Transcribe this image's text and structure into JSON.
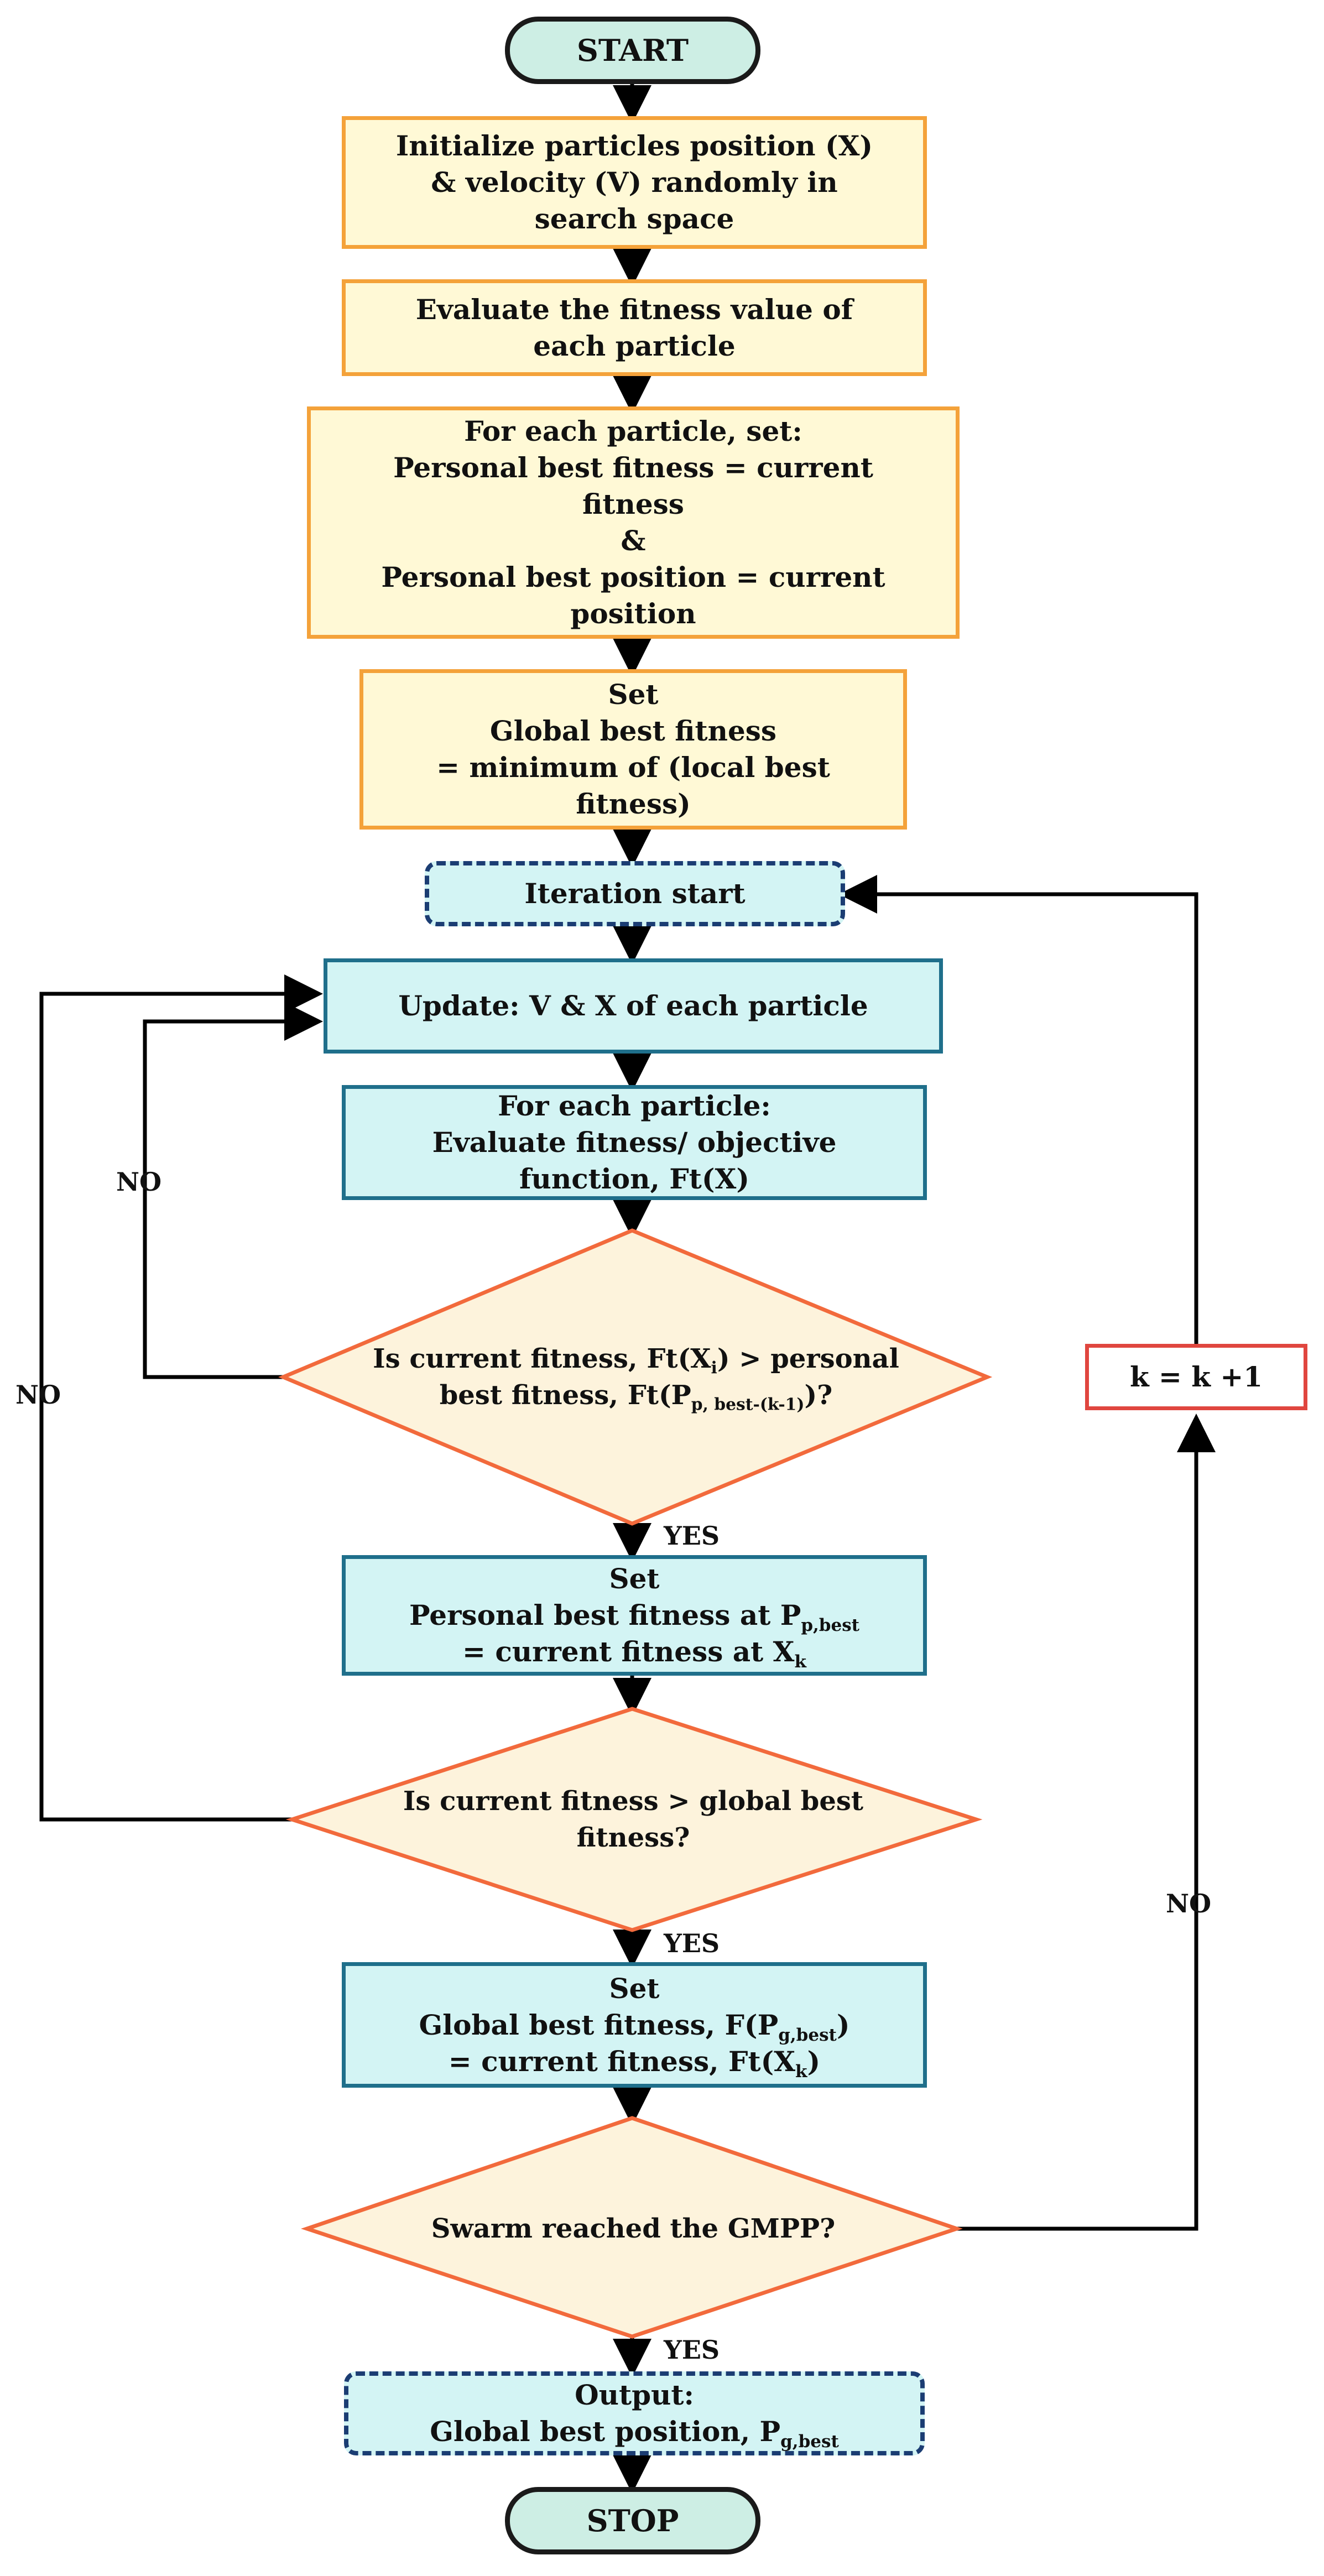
{
  "nodes": {
    "start": "START",
    "init": [
      "Initialize particles position (X)",
      "& velocity (V) randomly in",
      "search space"
    ],
    "evaluate": [
      "Evaluate the fitness value of",
      "each particle"
    ],
    "set_personal": [
      "For each particle, set:",
      "Personal best fitness = current",
      "fitness",
      "&",
      "Personal best position = current",
      "position"
    ],
    "set_global": [
      "Set",
      "Global best fitness",
      "= minimum of (local best",
      "fitness)"
    ],
    "iteration": "Iteration start",
    "update": "Update: V & X of each particle",
    "eval_each": [
      "For each particle:",
      "Evaluate fitness/ objective",
      "function, Ft(X)"
    ],
    "dec1": {
      "line1": "Is current fitness,",
      "line2_a": "Ft(X",
      "line2_sub": "i",
      "line2_b": ") > personal best fitness,",
      "line3_a": "Ft(P",
      "line3_sub": "p, best-(k-1)",
      "line3_b": ")?"
    },
    "set_pbest": {
      "line1": "Set",
      "line2_a": "Personal best fitness at P",
      "line2_sub": "p,best",
      "line3_a": "= current fitness at X",
      "line3_sub": "k"
    },
    "dec2": [
      "Is current fitness  >",
      "global best fitness?"
    ],
    "set_gbest": {
      "line1": "Set",
      "line2_a": "Global best fitness, F(P",
      "line2_sub": "g,best",
      "line2_b": ")",
      "line3_a": "= current fitness, Ft(X",
      "line3_sub": "k",
      "line3_b": ")"
    },
    "dec3": [
      "Swarm reached the",
      "GMPP?"
    ],
    "output": {
      "line1": "Output:",
      "line2_a": "Global best position, P",
      "line2_sub": "g,best"
    },
    "kbox": "k  = k  +1",
    "stop": "STOP"
  },
  "labels": {
    "no_inner": "NO",
    "no_outer": "NO",
    "no_right": "NO",
    "yes1": "YES",
    "yes2": "YES",
    "yes3": "YES"
  },
  "colors": {
    "terminal_fill": "#cdeee4",
    "yellow_fill": "#fff9d6",
    "yellow_border": "#f4a23a",
    "blue_fill": "#d3f4f4",
    "blue_border": "#1f6f8b",
    "diamond_fill": "#fdf3dc",
    "diamond_border": "#f26a3c",
    "k_border": "#e0463f"
  }
}
